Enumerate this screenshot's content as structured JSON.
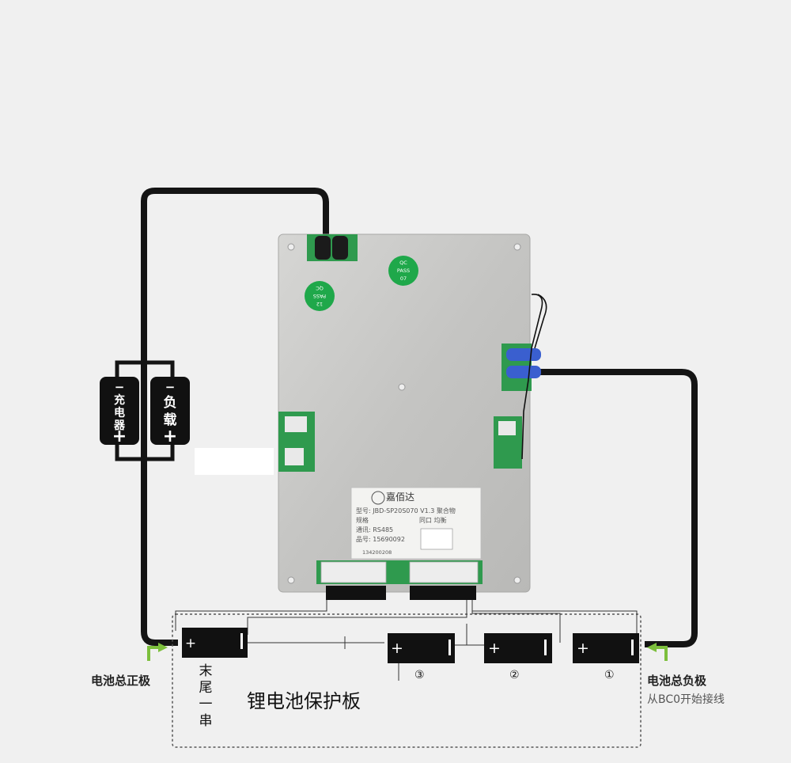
{
  "labels": {
    "total_positive": "电池总正极",
    "total_negative": "电池总负极",
    "negative_note": "从BC0开始接线",
    "board_name": "锂电池保护板",
    "tail_series": "末尾一串",
    "charger": "充电器",
    "load": "负载"
  },
  "cells": {
    "tail": {
      "plus": "+",
      "minus": "−"
    },
    "numbered": [
      {
        "number": "③",
        "plus": "+"
      },
      {
        "number": "②",
        "plus": "+"
      },
      {
        "number": "①",
        "plus": "+"
      }
    ]
  },
  "terminals": {
    "minus": "−",
    "plus": "+"
  },
  "board": {
    "qc_stickers": [
      {
        "lines": [
          "QC",
          "PASS",
          "07"
        ]
      },
      {
        "lines": [
          "12",
          "PASS",
          "QC"
        ]
      }
    ],
    "label": {
      "brand": "嘉佰达",
      "model": "型号: JBD-SP20S070 V1.3 聚合物",
      "spec": "规格",
      "port": "同口 均衡",
      "comm": "通讯: RS485",
      "code": "品号: 15690092",
      "serial": "134200208"
    }
  },
  "colors": {
    "wire": "#141414",
    "arrow_green": "#7cbf3c",
    "pcb_green": "#2f9a4e",
    "qc_green": "#1fa84a",
    "blue_lead": "#3a5fcf",
    "board_metal": "#c9c9c9"
  }
}
